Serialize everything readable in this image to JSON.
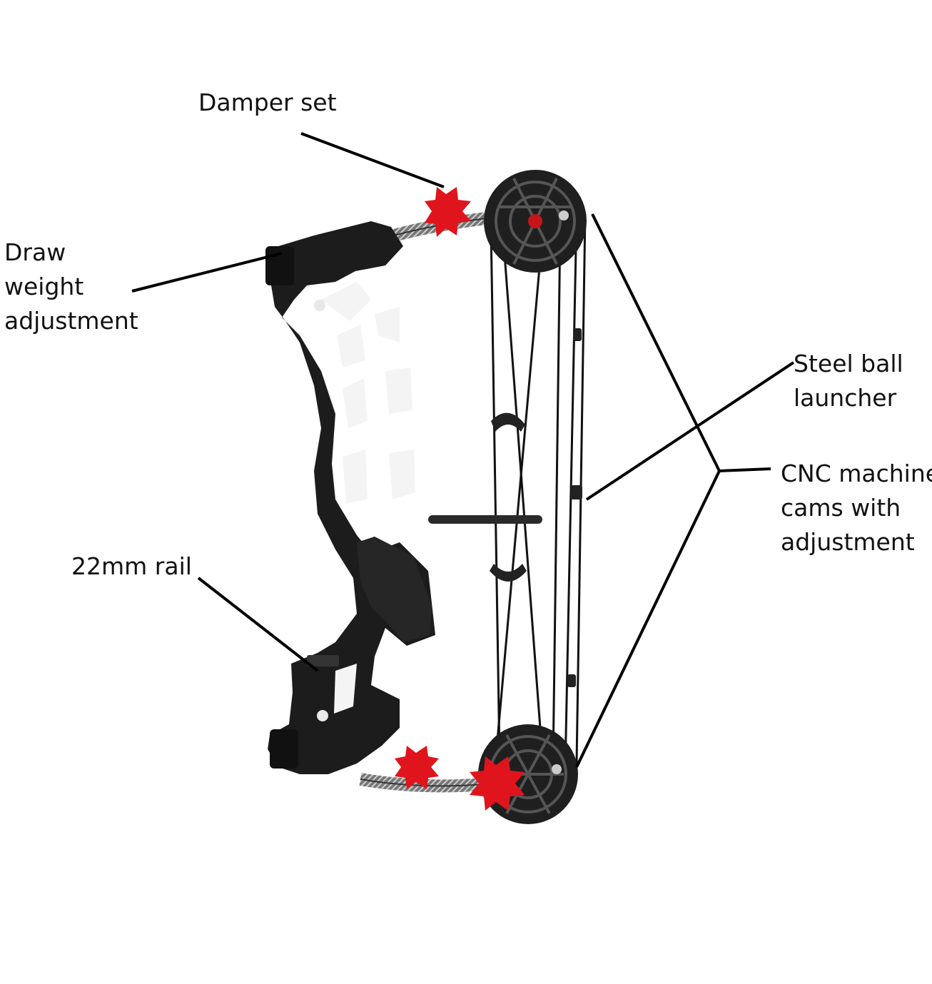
{
  "labels": {
    "damper_set": "Damper set",
    "draw_weight": [
      "Draw",
      "weight",
      "adjustment"
    ],
    "steel_ball": [
      "Steel ball",
      "launcher"
    ],
    "cnc_cams": [
      "CNC machine",
      "cams with",
      "adjustment"
    ],
    "rail": "22mm rail"
  },
  "colors": {
    "riser": "#1a1a1a",
    "damper": "#e0141c",
    "carbon": "#8a8a8a",
    "string": "#111111",
    "leader_line": "#000000"
  }
}
